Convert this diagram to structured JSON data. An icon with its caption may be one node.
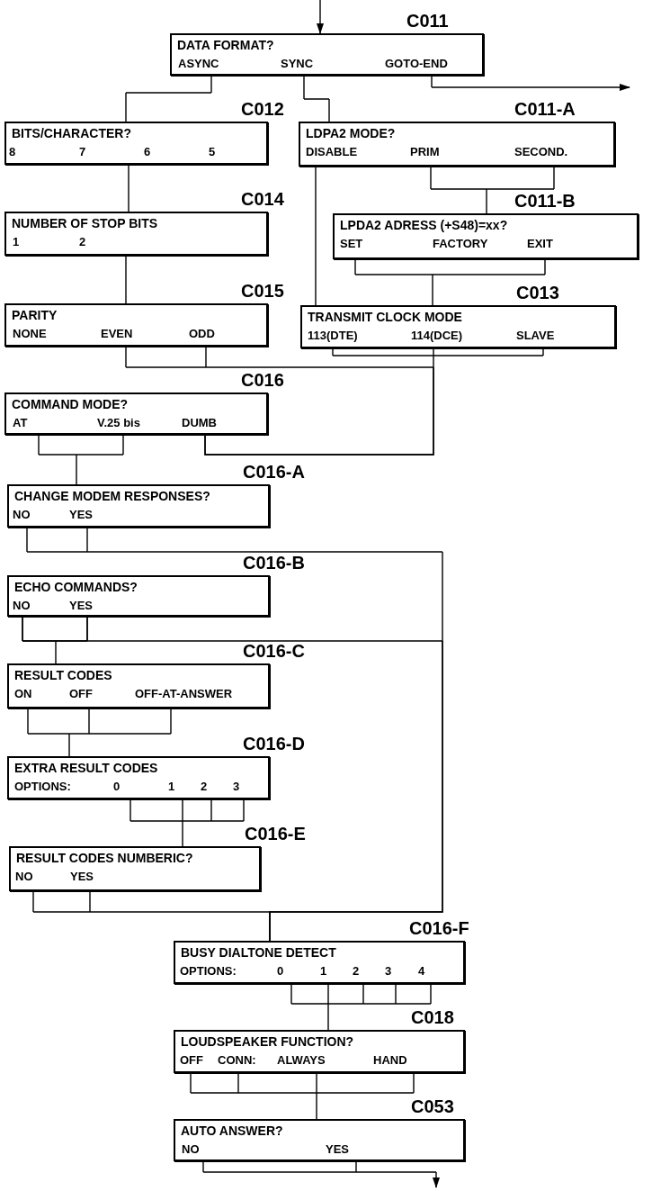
{
  "diagram": {
    "nodes": [
      {
        "text": [
          "C011",
          "DATA FORMAT?",
          "ASYNC",
          "SYNC",
          "GOTO-END"
        ]
      },
      {
        "text": [
          "C012",
          "BITS/CHARACTER?",
          "8",
          "7",
          "6",
          "5"
        ]
      },
      {
        "text": [
          "C011-A",
          "LDPA2 MODE?",
          "DISABLE",
          "PRIM",
          "SECOND."
        ]
      },
      {
        "text": [
          "C014",
          "NUMBER OF STOP BITS",
          "1",
          "2"
        ]
      },
      {
        "text": [
          "C011-B",
          "LPDA2 ADRESS (+S48)=xx?",
          "SET",
          "FACTORY",
          "EXIT"
        ]
      },
      {
        "text": [
          "C015",
          "PARITY",
          "NONE",
          "EVEN",
          "ODD"
        ]
      },
      {
        "text": [
          "C013",
          "TRANSMIT CLOCK MODE",
          "113(DTE)",
          "114(DCE)",
          "SLAVE"
        ]
      },
      {
        "text": [
          "C016",
          "COMMAND MODE?",
          "AT",
          "V.25 bis",
          "DUMB"
        ]
      },
      {
        "text": [
          "C016-A",
          "CHANGE MODEM RESPONSES?",
          "NO",
          "YES"
        ]
      },
      {
        "text": [
          "C016-B",
          "ECHO COMMANDS?",
          "NO",
          "YES"
        ]
      },
      {
        "text": [
          "C016-C",
          "RESULT CODES",
          "ON",
          "OFF",
          "OFF-AT-ANSWER"
        ]
      },
      {
        "text": [
          "C016-D",
          "EXTRA RESULT CODES",
          "OPTIONS:",
          "0",
          "1",
          "2",
          "3"
        ]
      },
      {
        "text": [
          "C016-E",
          "RESULT CODES NUMBERIC?",
          "NO",
          "YES"
        ]
      },
      {
        "text": [
          "C016-F",
          "BUSY DIALTONE DETECT",
          "OPTIONS:",
          "0",
          "1",
          "2",
          "3",
          "4"
        ]
      },
      {
        "text": [
          "C018",
          "LOUDSPEAKER FUNCTION?",
          "OFF",
          "CONN:",
          "ALWAYS",
          "HAND"
        ]
      },
      {
        "text": [
          "C053",
          "AUTO ANSWER?",
          "NO",
          "YES"
        ]
      }
    ],
    "edges": [
      {
        "from": null,
        "to": 0,
        "arrow": "to"
      },
      {
        "from": 0,
        "to": 1,
        "arrow": "none"
      },
      {
        "from": 0,
        "to": 2,
        "arrow": "none"
      },
      {
        "from": 0,
        "to": null,
        "arrow": "to"
      },
      {
        "from": 1,
        "to": 3,
        "arrow": "none"
      },
      {
        "from": 2,
        "to": 6,
        "arrow": "none"
      },
      {
        "from": 2,
        "to": 4,
        "arrow": "none"
      },
      {
        "from": 4,
        "to": 6,
        "arrow": "none"
      },
      {
        "from": 3,
        "to": 5,
        "arrow": "none"
      },
      {
        "from": 5,
        "to": 7,
        "arrow": "none"
      },
      {
        "from": 6,
        "to": 7,
        "arrow": "none"
      },
      {
        "from": 7,
        "to": 8,
        "arrow": "none"
      },
      {
        "from": 8,
        "to": 13,
        "arrow": "none"
      },
      {
        "from": 9,
        "to": 10,
        "arrow": "none"
      },
      {
        "from": 9,
        "to": 13,
        "arrow": "none"
      },
      {
        "from": 10,
        "to": 11,
        "arrow": "none"
      },
      {
        "from": 11,
        "to": 12,
        "arrow": "none"
      },
      {
        "from": 12,
        "to": 13,
        "arrow": "none"
      },
      {
        "from": 13,
        "to": 14,
        "arrow": "none"
      },
      {
        "from": 14,
        "to": 15,
        "arrow": "none"
      },
      {
        "from": 15,
        "to": null,
        "arrow": "to"
      }
    ]
  }
}
